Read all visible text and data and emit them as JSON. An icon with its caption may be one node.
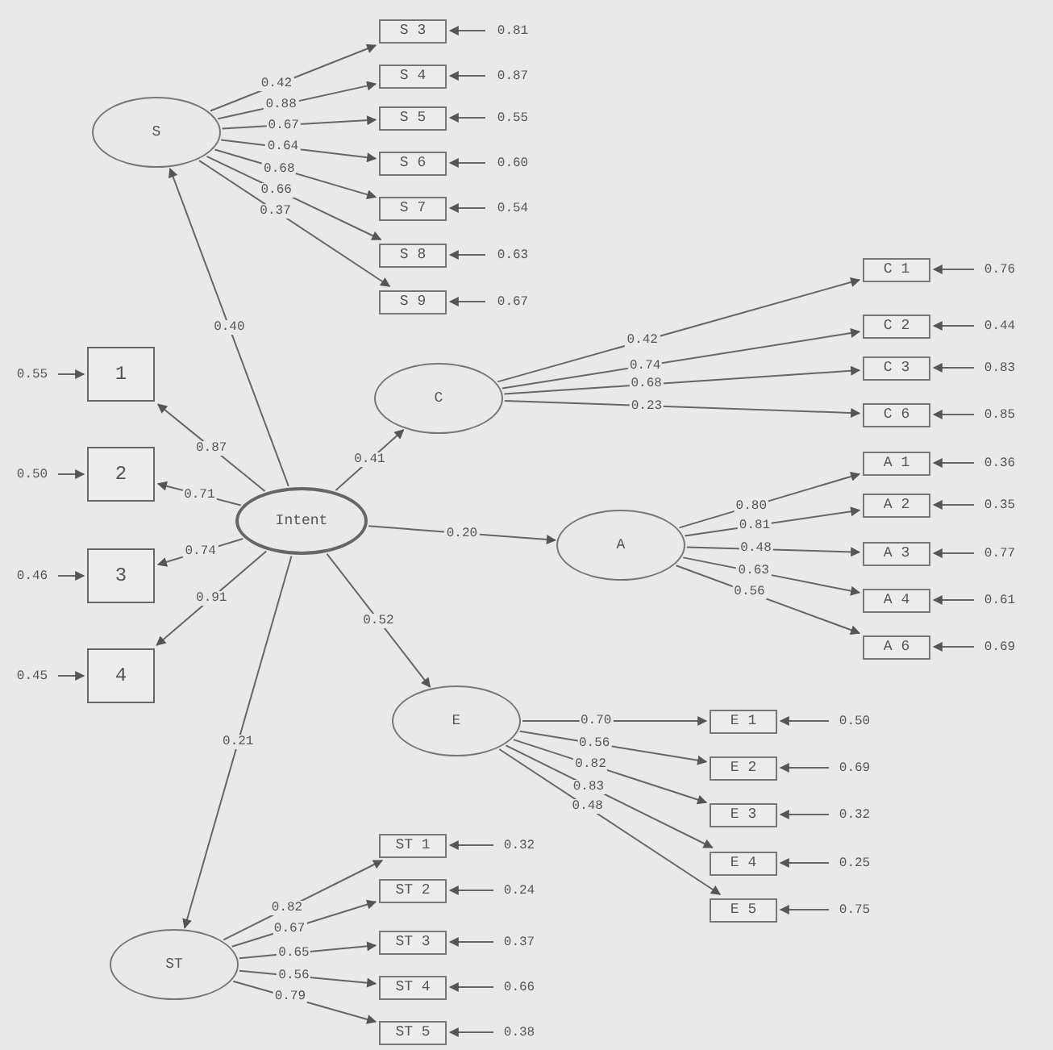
{
  "diagram": {
    "nodes": [
      {
        "text": [
          "S"
        ]
      },
      {
        "text": [
          "S 3"
        ]
      },
      {
        "text": [
          "S 4"
        ]
      },
      {
        "text": [
          "S 5"
        ]
      },
      {
        "text": [
          "S 6"
        ]
      },
      {
        "text": [
          "S 7"
        ]
      },
      {
        "text": [
          "S 8"
        ]
      },
      {
        "text": [
          "S 9"
        ]
      },
      {
        "text": [
          "0.81"
        ]
      },
      {
        "text": [
          "0.87"
        ]
      },
      {
        "text": [
          "0.55"
        ]
      },
      {
        "text": [
          "0.60"
        ]
      },
      {
        "text": [
          "0.54"
        ]
      },
      {
        "text": [
          "0.63"
        ]
      },
      {
        "text": [
          "0.67"
        ]
      },
      {
        "text": [
          "Intent"
        ]
      },
      {
        "text": [
          "1"
        ]
      },
      {
        "text": [
          "2"
        ]
      },
      {
        "text": [
          "3"
        ]
      },
      {
        "text": [
          "4"
        ]
      },
      {
        "text": [
          "0.55"
        ]
      },
      {
        "text": [
          "0.50"
        ]
      },
      {
        "text": [
          "0.46"
        ]
      },
      {
        "text": [
          "0.45"
        ]
      },
      {
        "text": [
          "C"
        ]
      },
      {
        "text": [
          "C 1"
        ]
      },
      {
        "text": [
          "C 2"
        ]
      },
      {
        "text": [
          "C 3"
        ]
      },
      {
        "text": [
          "C 6"
        ]
      },
      {
        "text": [
          "0.76"
        ]
      },
      {
        "text": [
          "0.44"
        ]
      },
      {
        "text": [
          "0.83"
        ]
      },
      {
        "text": [
          "0.85"
        ]
      },
      {
        "text": [
          "A"
        ]
      },
      {
        "text": [
          "A 1"
        ]
      },
      {
        "text": [
          "A 2"
        ]
      },
      {
        "text": [
          "A 3"
        ]
      },
      {
        "text": [
          "A 4"
        ]
      },
      {
        "text": [
          "A 6"
        ]
      },
      {
        "text": [
          "0.36"
        ]
      },
      {
        "text": [
          "0.35"
        ]
      },
      {
        "text": [
          "0.77"
        ]
      },
      {
        "text": [
          "0.61"
        ]
      },
      {
        "text": [
          "0.69"
        ]
      },
      {
        "text": [
          "E"
        ]
      },
      {
        "text": [
          "E 1"
        ]
      },
      {
        "text": [
          "E 2"
        ]
      },
      {
        "text": [
          "E 3"
        ]
      },
      {
        "text": [
          "E 4"
        ]
      },
      {
        "text": [
          "E 5"
        ]
      },
      {
        "text": [
          "0.50"
        ]
      },
      {
        "text": [
          "0.69"
        ]
      },
      {
        "text": [
          "0.32"
        ]
      },
      {
        "text": [
          "0.25"
        ]
      },
      {
        "text": [
          "0.75"
        ]
      },
      {
        "text": [
          "ST"
        ]
      },
      {
        "text": [
          "ST 1"
        ]
      },
      {
        "text": [
          "ST 2"
        ]
      },
      {
        "text": [
          "ST 3"
        ]
      },
      {
        "text": [
          "ST 4"
        ]
      },
      {
        "text": [
          "ST 5"
        ]
      },
      {
        "text": [
          "0.32"
        ]
      },
      {
        "text": [
          "0.24"
        ]
      },
      {
        "text": [
          "0.37"
        ]
      },
      {
        "text": [
          "0.66"
        ]
      },
      {
        "text": [
          "0.38"
        ]
      }
    ],
    "edges": [
      {
        "from": 15,
        "to": 0,
        "arrow": "to",
        "label": "0.40"
      },
      {
        "from": 15,
        "to": 24,
        "arrow": "to",
        "label": "0.41"
      },
      {
        "from": 15,
        "to": 33,
        "arrow": "to",
        "label": "0.20"
      },
      {
        "from": 15,
        "to": 44,
        "arrow": "to",
        "label": "0.52"
      },
      {
        "from": 15,
        "to": 55,
        "arrow": "to",
        "label": "0.21"
      },
      {
        "from": 15,
        "to": 16,
        "arrow": "to",
        "label": "0.87"
      },
      {
        "from": 15,
        "to": 17,
        "arrow": "to",
        "label": "0.71"
      },
      {
        "from": 15,
        "to": 18,
        "arrow": "to",
        "label": "0.74"
      },
      {
        "from": 15,
        "to": 19,
        "arrow": "to",
        "label": "0.91"
      },
      {
        "from": 0,
        "to": 1,
        "arrow": "to",
        "label": "0.42"
      },
      {
        "from": 0,
        "to": 2,
        "arrow": "to",
        "label": "0.88"
      },
      {
        "from": 0,
        "to": 3,
        "arrow": "to",
        "label": "0.67"
      },
      {
        "from": 0,
        "to": 4,
        "arrow": "to",
        "label": "0.64"
      },
      {
        "from": 0,
        "to": 5,
        "arrow": "to",
        "label": "0.68"
      },
      {
        "from": 0,
        "to": 6,
        "arrow": "to",
        "label": "0.66"
      },
      {
        "from": 0,
        "to": 7,
        "arrow": "to",
        "label": "0.37"
      },
      {
        "from": 24,
        "to": 25,
        "arrow": "to",
        "label": "0.42"
      },
      {
        "from": 24,
        "to": 26,
        "arrow": "to",
        "label": "0.74"
      },
      {
        "from": 24,
        "to": 27,
        "arrow": "to",
        "label": "0.68"
      },
      {
        "from": 24,
        "to": 28,
        "arrow": "to",
        "label": "0.23"
      },
      {
        "from": 33,
        "to": 34,
        "arrow": "to",
        "label": "0.80"
      },
      {
        "from": 33,
        "to": 35,
        "arrow": "to",
        "label": "0.81"
      },
      {
        "from": 33,
        "to": 36,
        "arrow": "to",
        "label": "0.48"
      },
      {
        "from": 33,
        "to": 37,
        "arrow": "to",
        "label": "0.63"
      },
      {
        "from": 33,
        "to": 38,
        "arrow": "to",
        "label": "0.56"
      },
      {
        "from": 44,
        "to": 45,
        "arrow": "to",
        "label": "0.70"
      },
      {
        "from": 44,
        "to": 46,
        "arrow": "to",
        "label": "0.56"
      },
      {
        "from": 44,
        "to": 47,
        "arrow": "to",
        "label": "0.82"
      },
      {
        "from": 44,
        "to": 48,
        "arrow": "to",
        "label": "0.83"
      },
      {
        "from": 44,
        "to": 49,
        "arrow": "to",
        "label": "0.48"
      },
      {
        "from": 55,
        "to": 56,
        "arrow": "to",
        "label": "0.82"
      },
      {
        "from": 55,
        "to": 57,
        "arrow": "to",
        "label": "0.67"
      },
      {
        "from": 55,
        "to": 58,
        "arrow": "to",
        "label": "0.65"
      },
      {
        "from": 55,
        "to": 59,
        "arrow": "to",
        "label": "0.56"
      },
      {
        "from": 55,
        "to": 60,
        "arrow": "to",
        "label": "0.79"
      },
      {
        "from": 8,
        "to": 1,
        "arrow": "to"
      },
      {
        "from": 9,
        "to": 2,
        "arrow": "to"
      },
      {
        "from": 10,
        "to": 3,
        "arrow": "to"
      },
      {
        "from": 11,
        "to": 4,
        "arrow": "to"
      },
      {
        "from": 12,
        "to": 5,
        "arrow": "to"
      },
      {
        "from": 13,
        "to": 6,
        "arrow": "to"
      },
      {
        "from": 14,
        "to": 7,
        "arrow": "to"
      },
      {
        "from": 20,
        "to": 16,
        "arrow": "to"
      },
      {
        "from": 21,
        "to": 17,
        "arrow": "to"
      },
      {
        "from": 22,
        "to": 18,
        "arrow": "to"
      },
      {
        "from": 23,
        "to": 19,
        "arrow": "to"
      },
      {
        "from": 29,
        "to": 25,
        "arrow": "to"
      },
      {
        "from": 30,
        "to": 26,
        "arrow": "to"
      },
      {
        "from": 31,
        "to": 27,
        "arrow": "to"
      },
      {
        "from": 32,
        "to": 28,
        "arrow": "to"
      },
      {
        "from": 39,
        "to": 34,
        "arrow": "to"
      },
      {
        "from": 40,
        "to": 35,
        "arrow": "to"
      },
      {
        "from": 41,
        "to": 36,
        "arrow": "to"
      },
      {
        "from": 42,
        "to": 37,
        "arrow": "to"
      },
      {
        "from": 43,
        "to": 38,
        "arrow": "to"
      },
      {
        "from": 50,
        "to": 45,
        "arrow": "to"
      },
      {
        "from": 51,
        "to": 46,
        "arrow": "to"
      },
      {
        "from": 52,
        "to": 47,
        "arrow": "to"
      },
      {
        "from": 53,
        "to": 48,
        "arrow": "to"
      },
      {
        "from": 54,
        "to": 49,
        "arrow": "to"
      },
      {
        "from": 61,
        "to": 56,
        "arrow": "to"
      },
      {
        "from": 62,
        "to": 57,
        "arrow": "to"
      },
      {
        "from": 63,
        "to": 58,
        "arrow": "to"
      },
      {
        "from": 64,
        "to": 59,
        "arrow": "to"
      },
      {
        "from": 65,
        "to": 60,
        "arrow": "to"
      }
    ]
  }
}
